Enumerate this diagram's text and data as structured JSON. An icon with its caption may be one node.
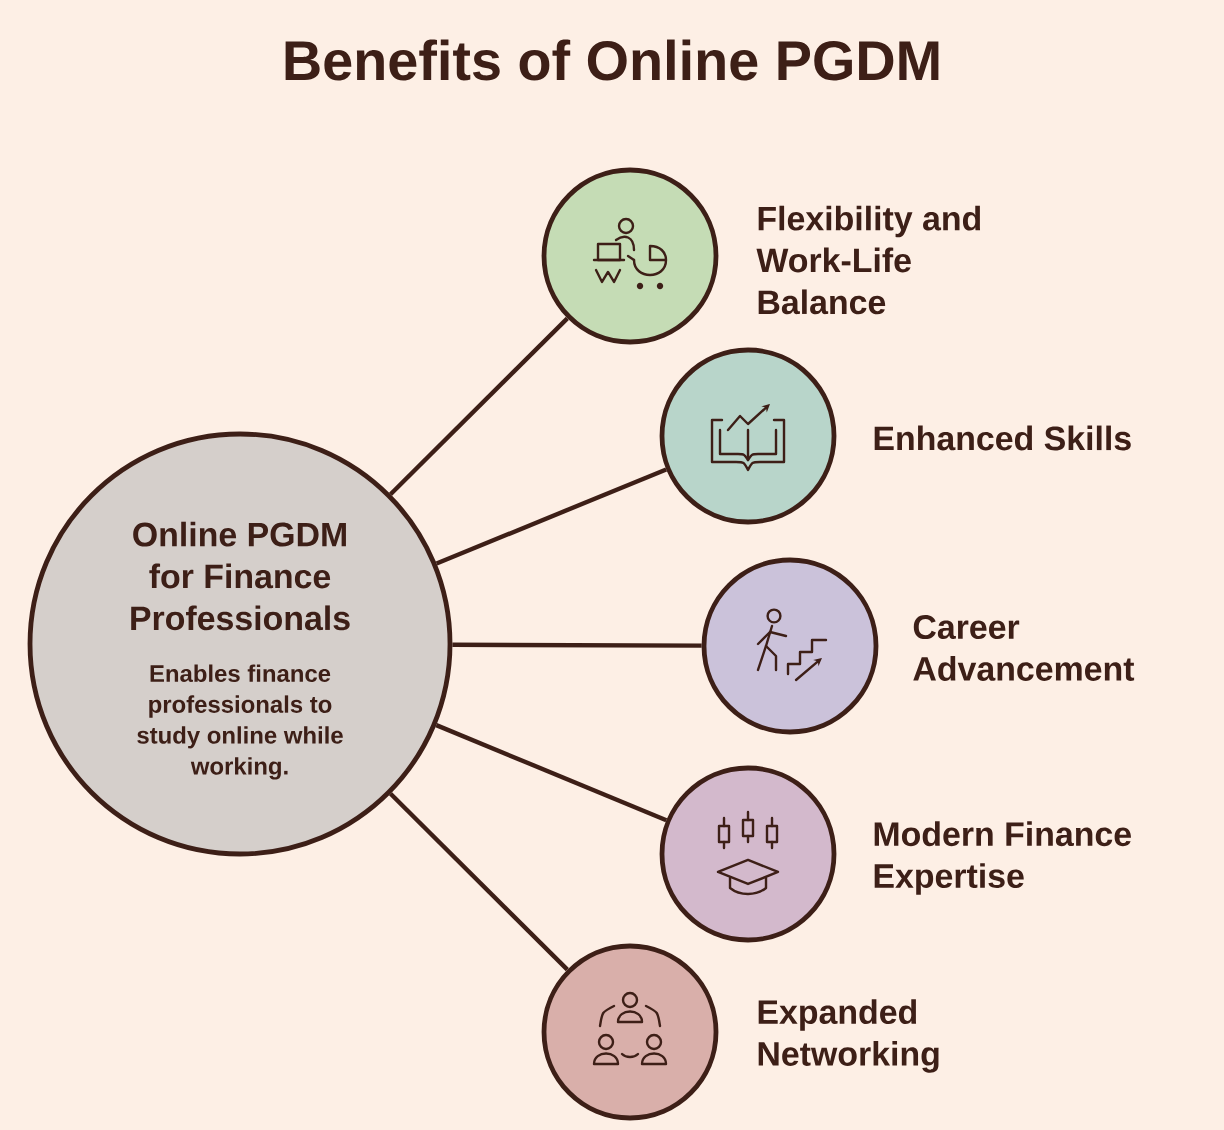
{
  "diagram": {
    "title": "Benefits of Online PGDM",
    "nodes": [
      {
        "text": [
          "Online PGDM for Finance Professionals",
          "Enables finance professionals to study online while working."
        ]
      },
      {
        "text": [
          "Flexibility and Work-Life Balance"
        ]
      },
      {
        "text": [
          "Enhanced Skills"
        ]
      },
      {
        "text": [
          "Career Advancement"
        ]
      },
      {
        "text": [
          "Modern Finance Expertise"
        ]
      },
      {
        "text": [
          "Expanded Networking"
        ]
      }
    ],
    "edges": [
      {
        "from": 0,
        "to": 1,
        "arrow": "none"
      },
      {
        "from": 0,
        "to": 2,
        "arrow": "none"
      },
      {
        "from": 0,
        "to": 3,
        "arrow": "none"
      },
      {
        "from": 0,
        "to": 4,
        "arrow": "none"
      },
      {
        "from": 0,
        "to": 5,
        "arrow": "none"
      }
    ]
  }
}
